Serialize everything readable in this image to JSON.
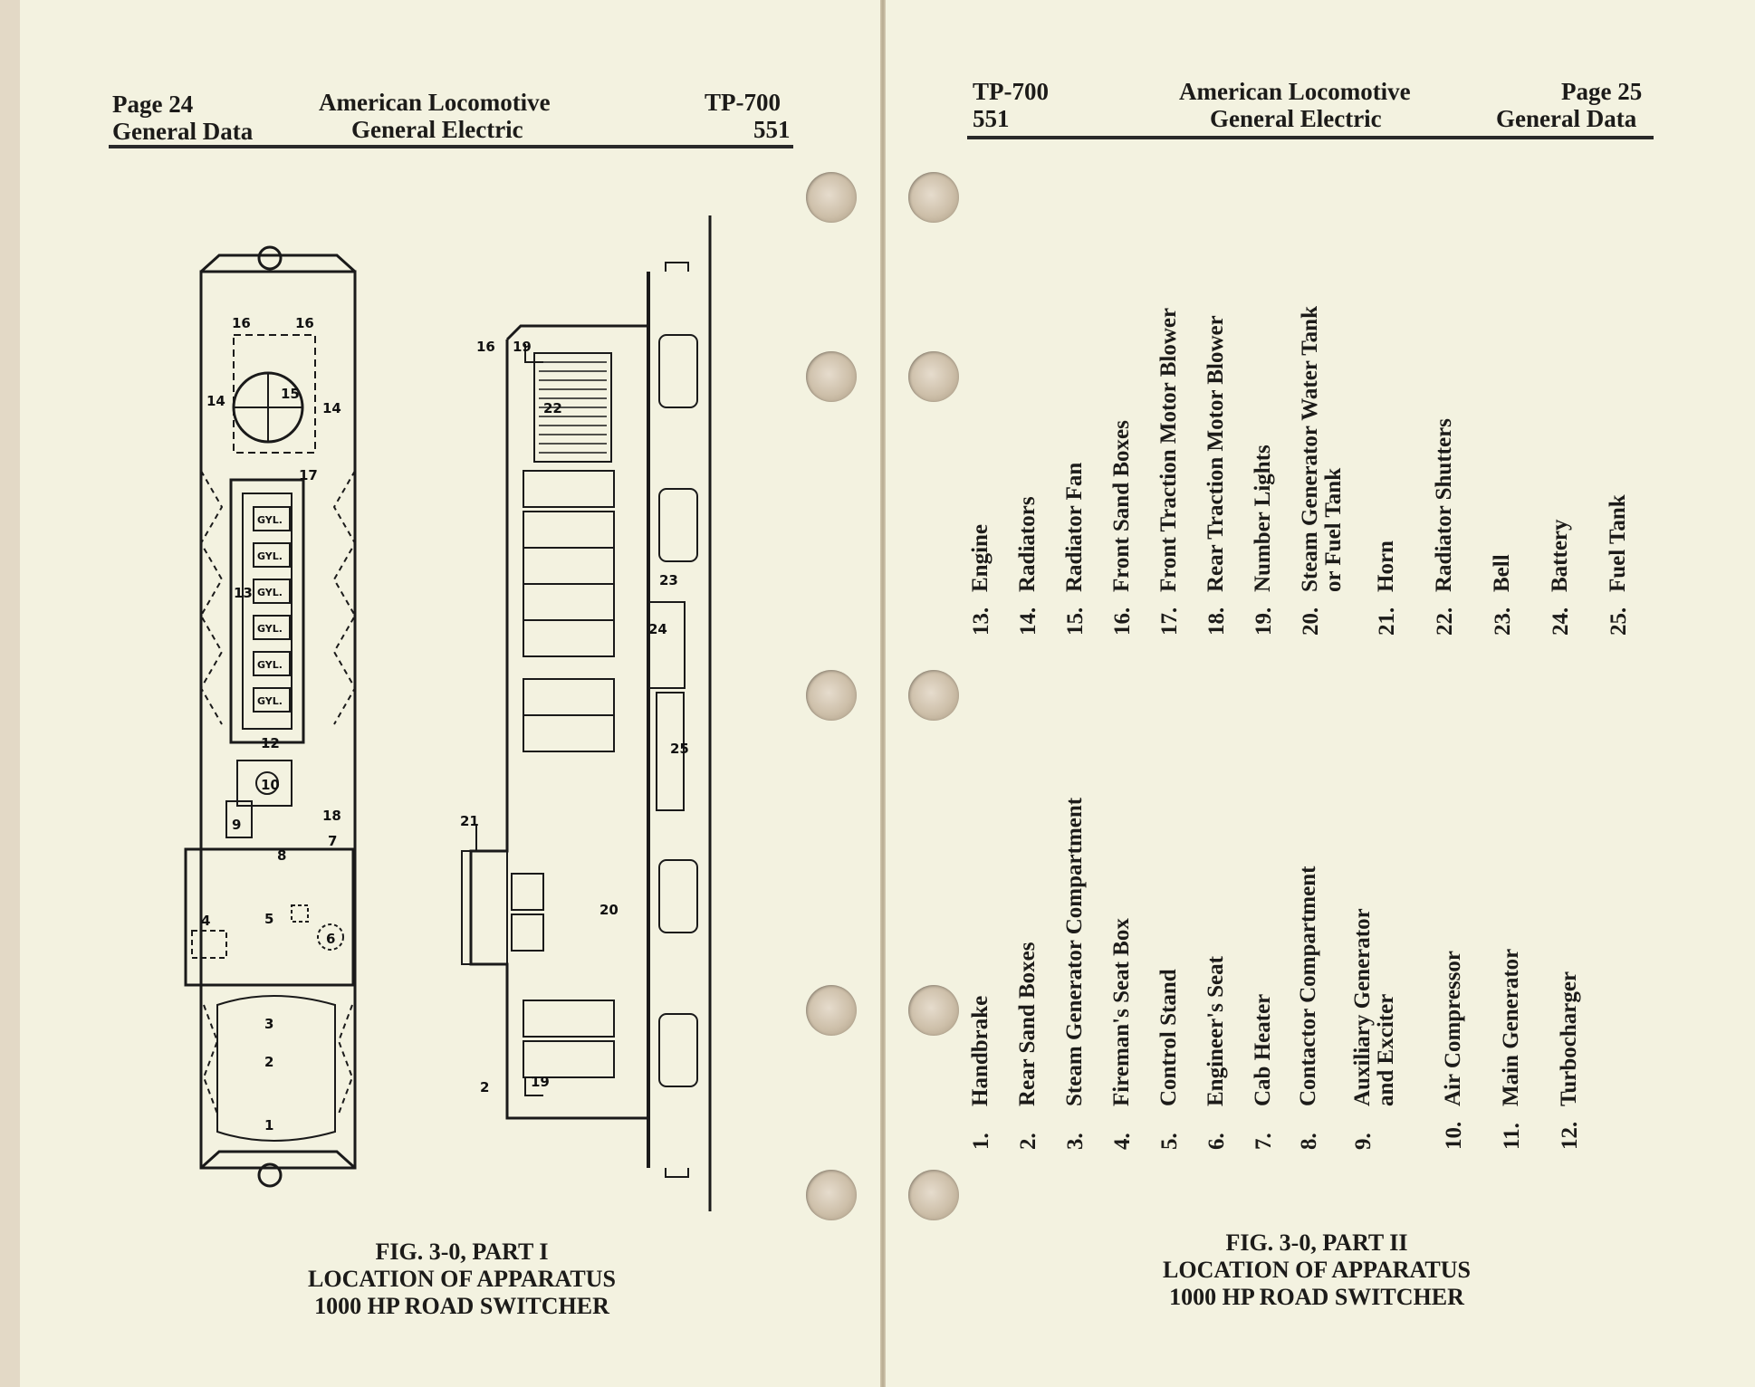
{
  "left_page": {
    "header": {
      "page_no": "Page 24",
      "section": "General Data",
      "company_line1": "American Locomotive",
      "company_line2": "General Electric",
      "doc_code": "TP-700",
      "doc_sub": "551"
    },
    "diagram": {
      "labels": [
        "1",
        "2",
        "3",
        "4",
        "5",
        "6",
        "7",
        "8",
        "9",
        "10",
        "12",
        "13",
        "14",
        "14",
        "15",
        "16",
        "16",
        "16",
        "17",
        "18",
        "19",
        "19",
        "20",
        "21",
        "22",
        "23",
        "24",
        "25",
        "2"
      ],
      "engine_cylinder_labels": [
        "GYL.",
        "GYL.",
        "GYL.",
        "GYL.",
        "GYL.",
        "GYL."
      ]
    },
    "caption": {
      "line1": "FIG. 3-0,  PART I",
      "line2": "LOCATION OF APPARATUS",
      "line3": "1000 HP ROAD SWITCHER"
    }
  },
  "right_page": {
    "header": {
      "doc_code": "TP-700",
      "doc_sub": "551",
      "company_line1": "American Locomotive",
      "company_line2": "General Electric",
      "page_no": "Page 25",
      "section": "General Data"
    },
    "parts_list": [
      {
        "num": "1.",
        "label": "Handbrake"
      },
      {
        "num": "2.",
        "label": "Rear Sand Boxes"
      },
      {
        "num": "3.",
        "label": "Steam Generator Compartment"
      },
      {
        "num": "4.",
        "label": "Fireman's Seat Box"
      },
      {
        "num": "5.",
        "label": "Control Stand"
      },
      {
        "num": "6.",
        "label": "Engineer's Seat"
      },
      {
        "num": "7.",
        "label": "Cab Heater"
      },
      {
        "num": "8.",
        "label": "Contactor Compartment"
      },
      {
        "num": "9.",
        "label": "Auxiliary Generator\nand Exciter"
      },
      {
        "num": "10.",
        "label": "Air Compressor"
      },
      {
        "num": "11.",
        "label": "Main Generator"
      },
      {
        "num": "12.",
        "label": "Turbocharger"
      },
      {
        "num": "13.",
        "label": "Engine"
      },
      {
        "num": "14.",
        "label": "Radiators"
      },
      {
        "num": "15.",
        "label": "Radiator Fan"
      },
      {
        "num": "16.",
        "label": "Front Sand Boxes"
      },
      {
        "num": "17.",
        "label": "Front Traction Motor Blower"
      },
      {
        "num": "18.",
        "label": "Rear Traction Motor Blower"
      },
      {
        "num": "19.",
        "label": "Number Lights"
      },
      {
        "num": "20.",
        "label": "Steam Generator Water Tank\nor Fuel Tank"
      },
      {
        "num": "21.",
        "label": "Horn"
      },
      {
        "num": "22.",
        "label": "Radiator Shutters"
      },
      {
        "num": "23.",
        "label": "Bell"
      },
      {
        "num": "24.",
        "label": "Battery"
      },
      {
        "num": "25.",
        "label": "Fuel Tank"
      }
    ],
    "caption": {
      "line1": "FIG. 3-0,   PART II",
      "line2": "LOCATION OF APPARATUS",
      "line3": "1000 HP ROAD SWITCHER"
    }
  }
}
